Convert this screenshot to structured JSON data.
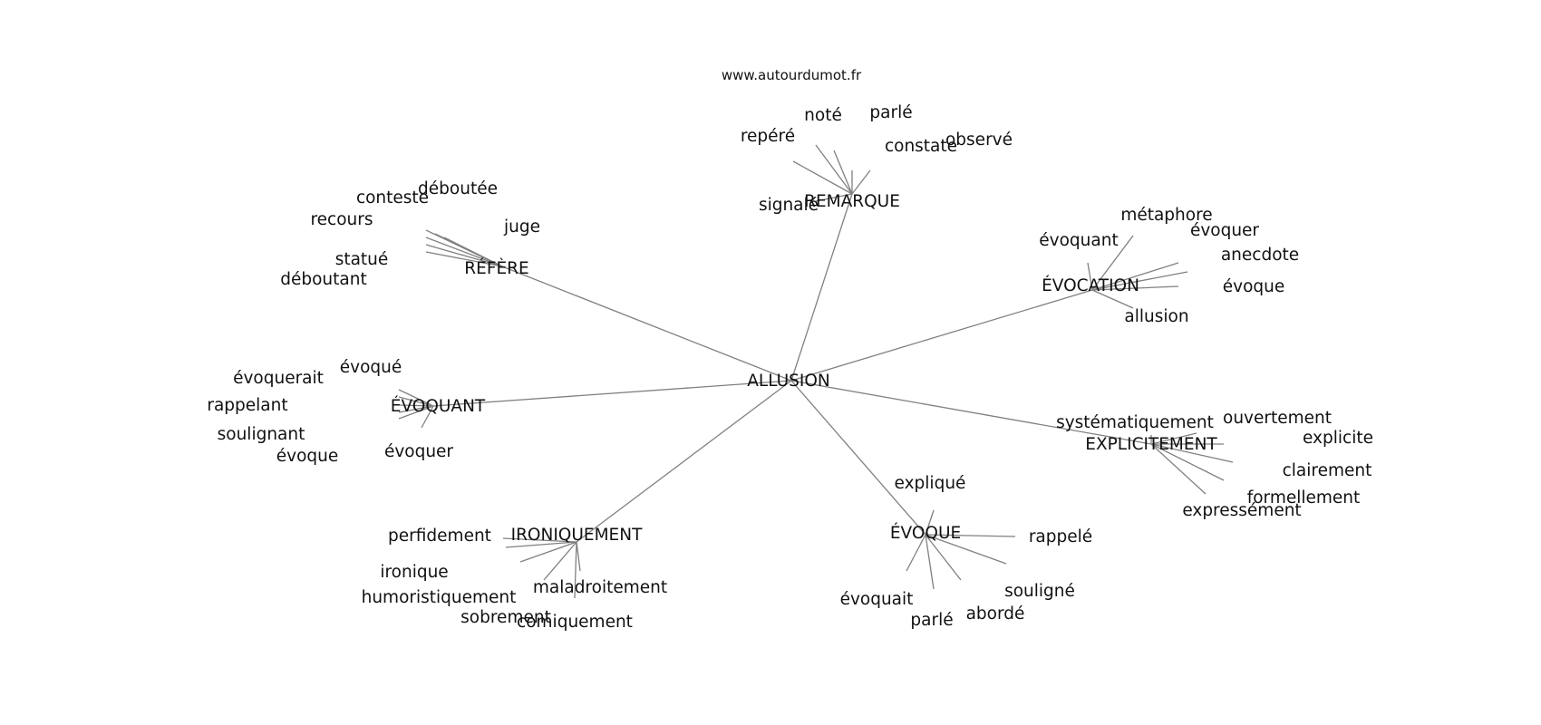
{
  "source_label": "www.autourdumot.fr",
  "center": "ALLUSION",
  "edge_color": "#808080",
  "text_color": "#111111",
  "groups": [
    {
      "hub": "RÉFÈRE",
      "leaves": [
        "conteste",
        "déboutée",
        "recours",
        "juge",
        "statué",
        "déboutant"
      ]
    },
    {
      "hub": "REMARQUE",
      "leaves": [
        "noté",
        "parlé",
        "repéré",
        "constate",
        "observé",
        "signalé"
      ]
    },
    {
      "hub": "ÉVOCATION",
      "leaves": [
        "métaphore",
        "évoquant",
        "évoquer",
        "anecdote",
        "évoque",
        "allusion"
      ]
    },
    {
      "hub": "ÉVOQUANT",
      "leaves": [
        "évoqué",
        "évoquerait",
        "rappelant",
        "soulignant",
        "évoque",
        "évoquer"
      ]
    },
    {
      "hub": "EXPLICITEMENT",
      "leaves": [
        "ouvertement",
        "systématiquement",
        "explicite",
        "clairement",
        "formellement",
        "expressément"
      ]
    },
    {
      "hub": "IRONIQUEMENT",
      "leaves": [
        "perfidement",
        "ironique",
        "humoristiquement",
        "maladroitement",
        "sobrement",
        "comiquement"
      ]
    },
    {
      "hub": "ÉVOQUE",
      "leaves": [
        "expliqué",
        "rappelé",
        "souligné",
        "évoquait",
        "abordé",
        "parlé"
      ]
    }
  ]
}
